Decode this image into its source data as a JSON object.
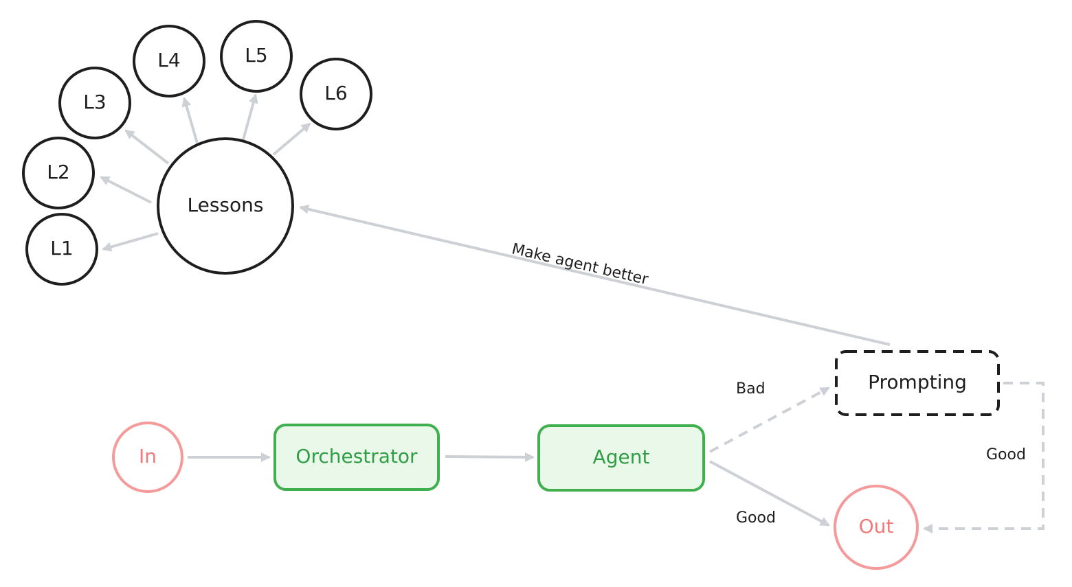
{
  "colors": {
    "stroke_dark": "#1e1e1e",
    "arrow_gray": "#cdd1d6",
    "red_stroke": "#f59a9a",
    "red_text": "#f07a7a",
    "green_stroke": "#40b04f",
    "green_fill": "#eaf8ea",
    "green_text": "#2f9e44"
  },
  "nodes": {
    "lessons": "Lessons",
    "l1": "L1",
    "l2": "L2",
    "l3": "L3",
    "l4": "L4",
    "l5": "L5",
    "l6": "L6",
    "in": "In",
    "orchestrator": "Orchestrator",
    "agent": "Agent",
    "prompting": "Prompting",
    "out": "Out"
  },
  "edges": {
    "make_agent_better": "Make agent better",
    "bad": "Bad",
    "good_agent_out": "Good",
    "good_prompting_out": "Good"
  }
}
